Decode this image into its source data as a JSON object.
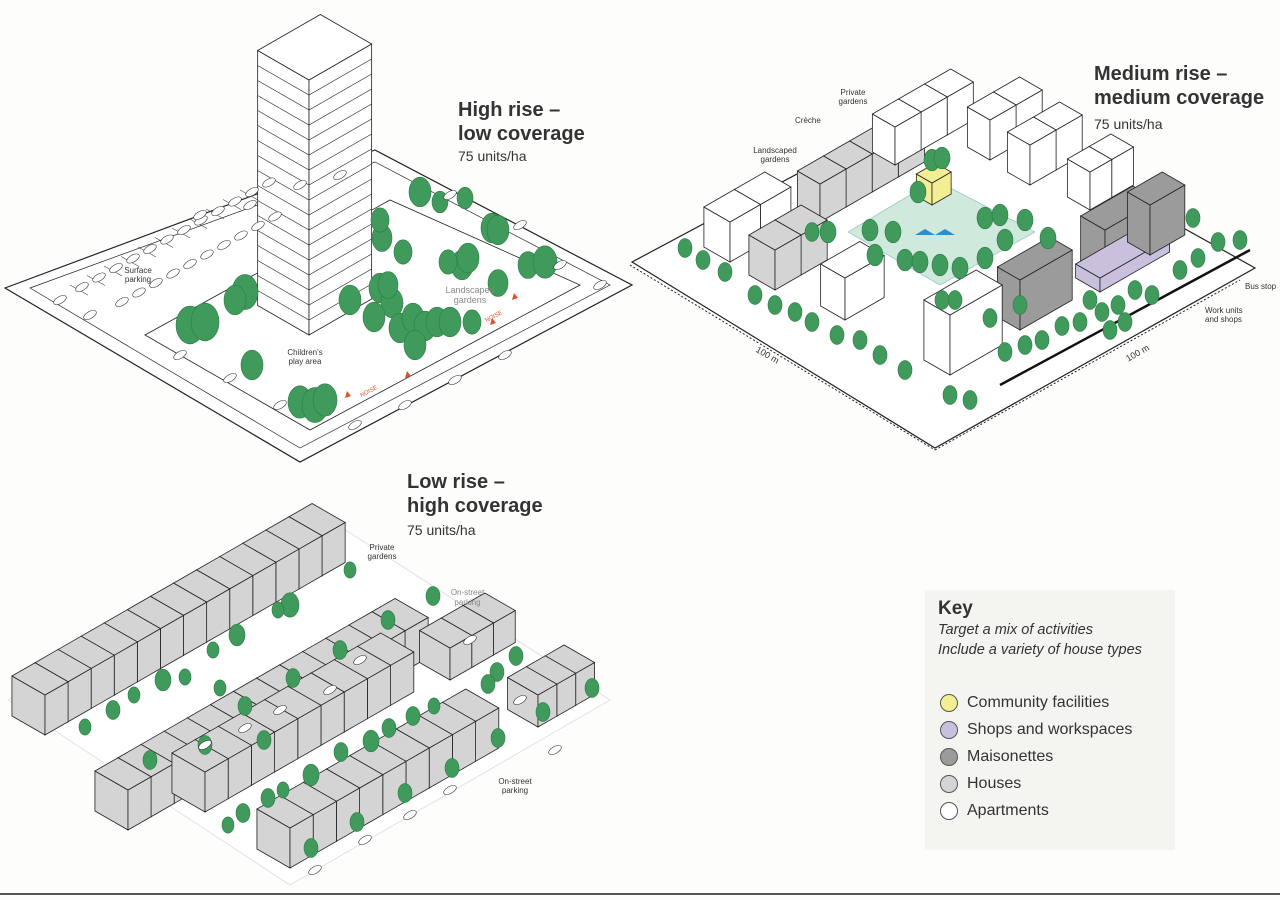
{
  "colors": {
    "tree": "#3f9a5c",
    "community": "#f3ee94",
    "shops": "#c9c0de",
    "maisonettes": "#9b9b9b",
    "houses": "#d4d4d4",
    "apartments": "#ffffff",
    "plaza": "#cfe9dc",
    "noise": "#d9532b"
  },
  "high_rise": {
    "title_line1": "High rise –",
    "title_line2": "low coverage",
    "density": "75 units/ha",
    "labels": {
      "surface_parking": "Surface parking",
      "landscaped_gardens": "Landscaped gardens",
      "childrens_play_area": "Children's play area",
      "noise": "NOISE"
    }
  },
  "medium_rise": {
    "title_line1": "Medium rise –",
    "title_line2": "medium coverage",
    "density": "75 units/ha",
    "labels": {
      "private_gardens": "Private gardens",
      "creche": "Crèche",
      "landscaped_gardens": "Landscaped gardens",
      "bus_stop": "Bus stop",
      "work_units": "Work units and shops",
      "dim_left": "100 m",
      "dim_right": "100 m"
    }
  },
  "low_rise": {
    "title_line1": "Low rise –",
    "title_line2": "high coverage",
    "density": "75 units/ha",
    "labels": {
      "private_gardens": "Private gardens",
      "on_street_parking_1": "On-street parking",
      "on_street_parking_2": "On-street parking"
    }
  },
  "key": {
    "title": "Key",
    "notes": [
      "Target a mix of activities",
      "Include a variety of house types"
    ],
    "items": [
      {
        "label": "Community facilities",
        "color": "#f3ee94"
      },
      {
        "label": "Shops and workspaces",
        "color": "#c9c0de"
      },
      {
        "label": "Maisonettes",
        "color": "#9b9b9b"
      },
      {
        "label": "Houses",
        "color": "#d4d4d4"
      },
      {
        "label": "Apartments",
        "color": "#ffffff"
      }
    ]
  }
}
